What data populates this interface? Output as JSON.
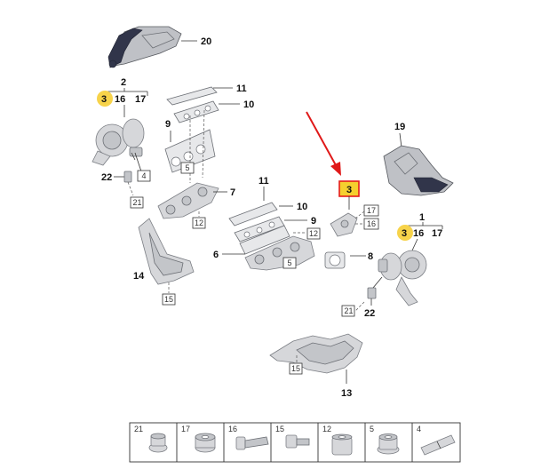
{
  "callouts": {
    "c20": "20",
    "c2": "2",
    "c3a": "3",
    "c16a": "16",
    "c17a": "17",
    "c11a": "11",
    "c10a": "10",
    "c9a": "9",
    "c22a": "22",
    "c4": "4",
    "c21a": "21",
    "c5": "5",
    "c7": "7",
    "c12a": "12",
    "c14": "14",
    "c15a": "15",
    "c11b": "11",
    "c10b": "10",
    "c9b": "9",
    "c12b": "12",
    "c6": "6",
    "c5b": "5",
    "c3sel": "3",
    "c17b": "17",
    "c16b": "16",
    "c19": "19",
    "c1": "1",
    "c3b": "3",
    "c16c": "16",
    "c17c": "17",
    "c8": "8",
    "c21b": "21",
    "c22b": "22",
    "c15b": "15",
    "c13": "13"
  },
  "legend": {
    "items": [
      "21",
      "17",
      "16",
      "15",
      "12",
      "5",
      "4"
    ]
  },
  "colors": {
    "highlight": "#f7d34a",
    "selection_border": "#e51b1b",
    "arrow": "#e01919"
  }
}
